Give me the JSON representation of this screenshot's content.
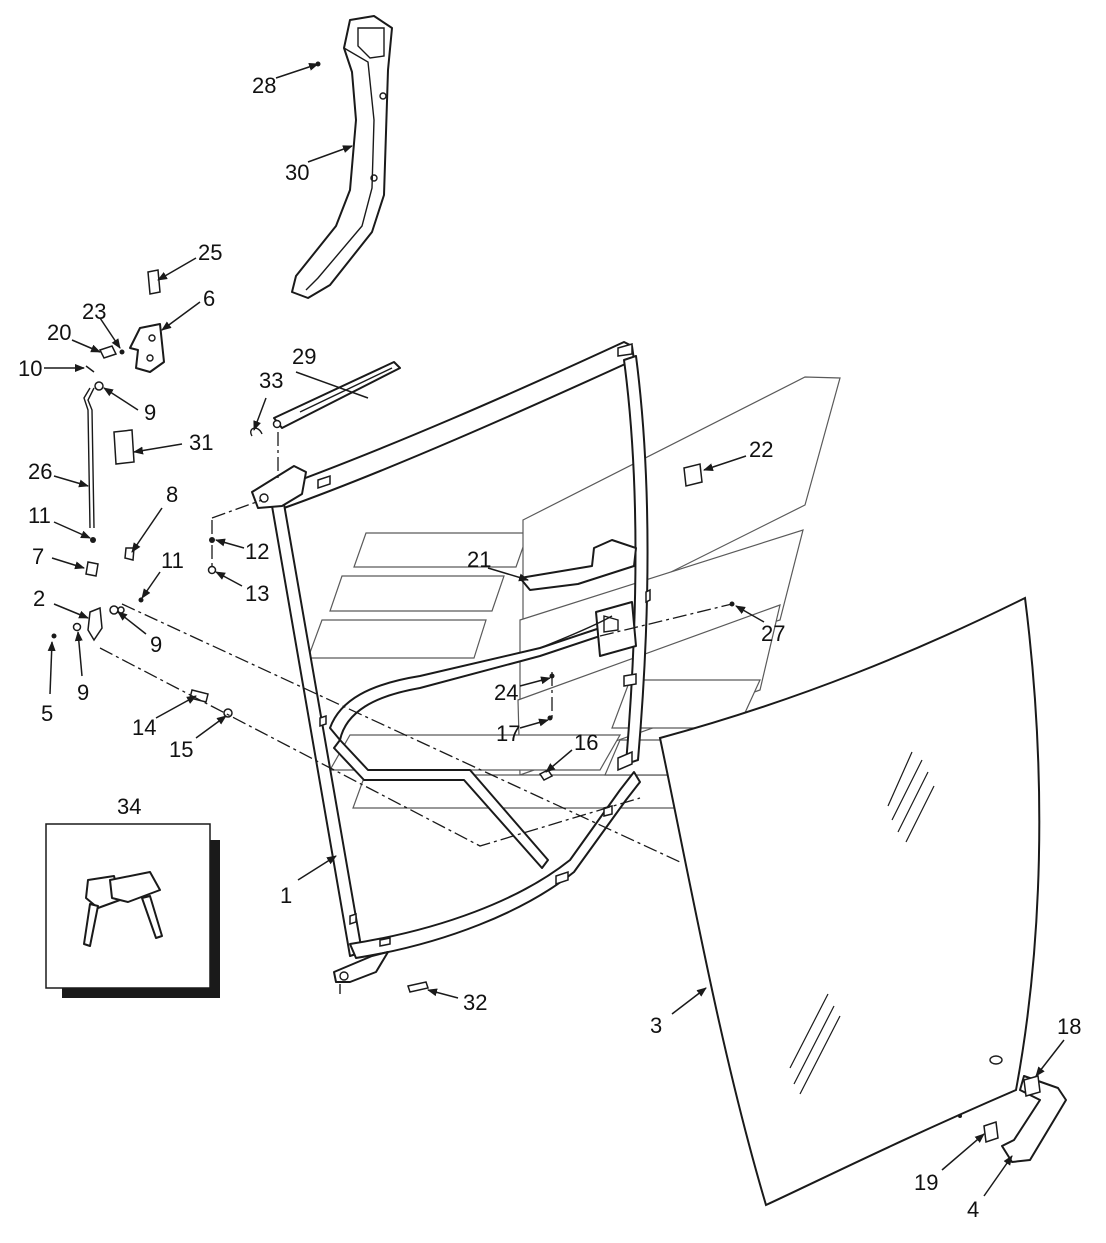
{
  "callouts": [
    "1",
    "2",
    "3",
    "4",
    "5",
    "6",
    "7",
    "8",
    "9",
    "9",
    "9",
    "10",
    "11",
    "11",
    "12",
    "13",
    "14",
    "15",
    "16",
    "17",
    "18",
    "19",
    "20",
    "21",
    "22",
    "23",
    "24",
    "25",
    "26",
    "27",
    "28",
    "29",
    "30",
    "31",
    "32",
    "33",
    "34"
  ]
}
